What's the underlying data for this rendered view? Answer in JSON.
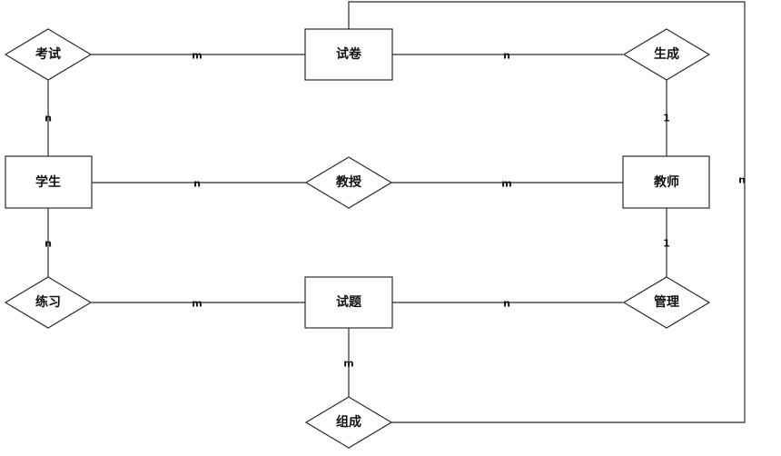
{
  "entities": {
    "exam_paper": "试卷",
    "student": "学生",
    "teacher": "教师",
    "question": "试题"
  },
  "relationships": {
    "exam": "考试",
    "generate": "生成",
    "teach": "教授",
    "practice": "练习",
    "manage": "管理",
    "compose": "组成"
  },
  "cardinalities": {
    "exam_paper_exam": "m",
    "exam_paper_generate": "n",
    "exam_student": "n",
    "generate_teacher": "1",
    "student_teach": "n",
    "teach_teacher": "m",
    "student_practice": "n",
    "teacher_manage": "1",
    "practice_question": "m",
    "question_manage": "n",
    "question_compose": "m",
    "compose_exam_paper": "n"
  }
}
